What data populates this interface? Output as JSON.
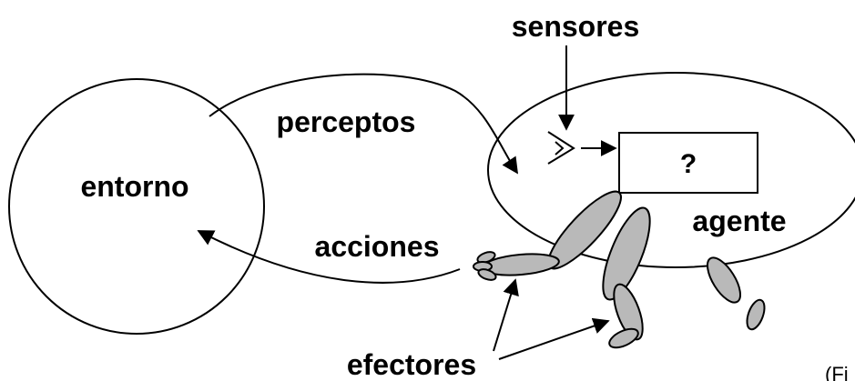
{
  "labels": {
    "environment": "entorno",
    "percepts": "perceptos",
    "sensors": "sensores",
    "unknown": "?",
    "agent": "agente",
    "actions": "acciones",
    "effectors": "efectores",
    "cut_caption": "(Fi"
  },
  "colors": {
    "stroke": "#000000",
    "limb_fill": "#b9b9b9",
    "background": "#ffffff"
  },
  "icons": [
    "eye-icon"
  ]
}
